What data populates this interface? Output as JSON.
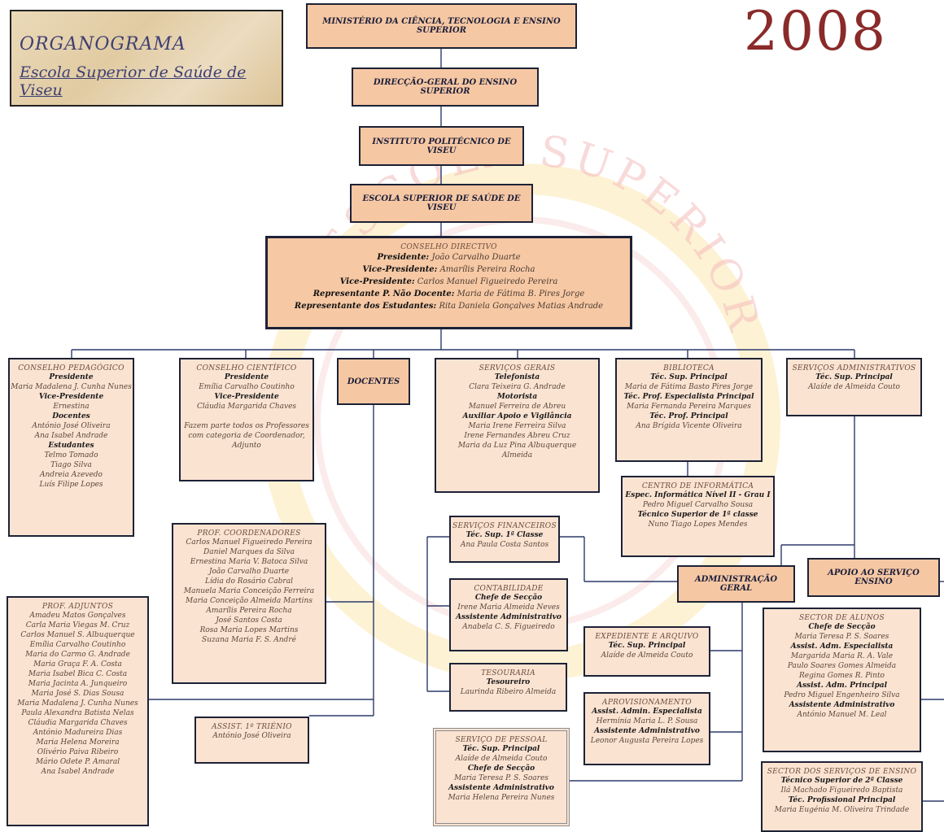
{
  "header": {
    "title_line1": "ORGANOGRAMA",
    "title_line2": "Escola Superior de Saúde de Viseu",
    "year": "2008"
  },
  "watermark": {
    "text": "ESCOLA SUPERIOR DE SAÚDE"
  },
  "top_chain": {
    "ministry": "MINISTÉRIO DA CIÊNCIA, TECNOLOGIA E ENSINO SUPERIOR",
    "dges": "DIRECÇÃO-GERAL DO ENSINO SUPERIOR",
    "ipv": "INSTITUTO POLITÉCNICO DE VISEU",
    "essv": "ESCOLA SUPERIOR DE SAÚDE DE VISEU"
  },
  "conselho_directivo": {
    "title": "CONSELHO DIRECTIVO",
    "rows": [
      {
        "role": "Presidente:",
        "name": "João Carvalho Duarte"
      },
      {
        "role": "Vice-Presidente:",
        "name": "Amarílis Pereira Rocha"
      },
      {
        "role": "Vice-Presidente:",
        "name": "Carlos Manuel Figueiredo Pereira"
      },
      {
        "role": "Representante P. Não Docente:",
        "name": "Maria de Fátima B. Pires Jorge"
      },
      {
        "role": "Representante dos Estudantes:",
        "name": "Rita Daniela Gonçalves Matias Andrade"
      }
    ]
  },
  "conselho_pedagogico": {
    "title": "CONSELHO PEDAGÓGICO",
    "lines": [
      {
        "t": "Presidente",
        "role": true
      },
      {
        "t": "Maria Madalena J. Cunha Nunes"
      },
      {
        "t": "Vice-Presidente",
        "role": true
      },
      {
        "t": "Ernestina"
      },
      {
        "t": "Docentes",
        "role": true
      },
      {
        "t": "António José Oliveira"
      },
      {
        "t": "Ana Isabel Andrade"
      },
      {
        "t": "Estudantes",
        "role": true
      },
      {
        "t": "Telmo Tomado"
      },
      {
        "t": "Tiago Silva"
      },
      {
        "t": "Andreia Azevedo"
      },
      {
        "t": "Luís Filipe Lopes"
      }
    ]
  },
  "conselho_cientifico": {
    "title": "CONSELHO CIENTÍFICO",
    "lines": [
      {
        "t": "Presidente",
        "role": true
      },
      {
        "t": "Emília Carvalho Coutinho"
      },
      {
        "t": "Vice-Presidente",
        "role": true
      },
      {
        "t": "Cláudia Margarida Chaves"
      },
      {
        "t": ""
      },
      {
        "t": "Fazem parte todos os Professores"
      },
      {
        "t": "com categoria de Coordenador,"
      },
      {
        "t": "Adjunto"
      }
    ]
  },
  "docentes": {
    "label": "DOCENTES"
  },
  "servicos_gerais": {
    "title": "SERVIÇOS GERAIS",
    "lines": [
      {
        "t": "Telefonista",
        "role": true
      },
      {
        "t": "Clara Teixeira G. Andrade"
      },
      {
        "t": "Motorista",
        "role": true
      },
      {
        "t": "Manuel Ferreira de Abreu"
      },
      {
        "t": "Auxiliar Apoio e Vigilância",
        "role": true
      },
      {
        "t": "Maria Irene Ferreira Silva"
      },
      {
        "t": "Irene Fernandes Abreu Cruz"
      },
      {
        "t": "Maria da Luz Pina Albuquerque"
      },
      {
        "t": "Almeida"
      }
    ]
  },
  "biblioteca": {
    "title": "BIBLIOTECA",
    "lines": [
      {
        "t": "Téc. Sup. Principal",
        "role": true
      },
      {
        "t": "Maria de Fátima Basto Pires Jorge"
      },
      {
        "t": "Téc. Prof. Especialista Principal",
        "role": true
      },
      {
        "t": "Maria Fernanda Pereira Marques"
      },
      {
        "t": "Téc. Prof. Principal",
        "role": true
      },
      {
        "t": "Ana Brígida Vicente Oliveira"
      }
    ]
  },
  "servicos_administrativos": {
    "title": "SERVIÇOS ADMINISTRATIVOS",
    "lines": [
      {
        "t": "Téc. Sup. Principal",
        "role": true
      },
      {
        "t": "Alaíde de Almeida Couto"
      }
    ]
  },
  "centro_informatica": {
    "title": "CENTRO DE INFORMÁTICA",
    "lines": [
      {
        "t": "Espec. Informática Nível II - Grau I",
        "role": true
      },
      {
        "t": "Pedro Miguel Carvalho Sousa"
      },
      {
        "t": "Técnico Superior de 1ª classe",
        "role": true
      },
      {
        "t": "Nuno Tiago Lopes Mendes"
      }
    ]
  },
  "prof_coordenadores": {
    "title": "PROF. COORDENADORES",
    "lines": [
      {
        "t": "Carlos Manuel Figueiredo Pereira"
      },
      {
        "t": "Daniel Marques da Silva"
      },
      {
        "t": "Ernestina Maria V. Batoca Silva"
      },
      {
        "t": "João Carvalho Duarte"
      },
      {
        "t": "Lídia do Rosário Cabral"
      },
      {
        "t": "Manuela Maria Conceição Ferreira"
      },
      {
        "t": "Maria Conceição Almeida Martins"
      },
      {
        "t": "Amarílis Pereira Rocha"
      },
      {
        "t": "José Santos Costa"
      },
      {
        "t": "Rosa Maria Lopes Martins"
      },
      {
        "t": "Suzana Maria F. S. André"
      }
    ]
  },
  "servicos_financeiros": {
    "title": "SERVIÇOS FINANCEIROS",
    "lines": [
      {
        "t": "Téc. Sup. 1ª Classe",
        "role": true
      },
      {
        "t": "Ana Paula Costa Santos"
      }
    ]
  },
  "contabilidade": {
    "title": "CONTABILIDADE",
    "lines": [
      {
        "t": "Chefe de Secção",
        "role": true
      },
      {
        "t": "Irene Maria Almeida Neves"
      },
      {
        "t": "Assistente Administrativo",
        "role": true
      },
      {
        "t": "Anabela C. S. Figueiredo"
      }
    ]
  },
  "tesouraria": {
    "title": "TESOURARIA",
    "lines": [
      {
        "t": "Tesoureiro",
        "role": true
      },
      {
        "t": "Laurinda Ribeiro Almeida"
      }
    ]
  },
  "administracao_geral": {
    "label": "ADMINISTRAÇÃO GERAL"
  },
  "apoio_servico_ensino": {
    "label": "APOIO AO SERVIÇO ENSINO"
  },
  "prof_adjuntos": {
    "title": "PROF. ADJUNTOS",
    "lines": [
      {
        "t": "Amadeu Matos Gonçalves"
      },
      {
        "t": "Carla Maria Viegas M. Cruz"
      },
      {
        "t": "Carlos Manuel S. Albuquerque"
      },
      {
        "t": "Emília Carvalho Coutinho"
      },
      {
        "t": "Maria do Carmo G. Andrade"
      },
      {
        "t": "Maria Graça F. A. Costa"
      },
      {
        "t": "Maria Isabel Bica C. Costa"
      },
      {
        "t": "Maria Jacinta A. Junqueiro"
      },
      {
        "t": "Maria José S. Dias Sousa"
      },
      {
        "t": "Maria Madalena J. Cunha Nunes"
      },
      {
        "t": "Paula Alexandra Batista Nelas"
      },
      {
        "t": "Cláudia Margarida Chaves"
      },
      {
        "t": "António Madureira Dias"
      },
      {
        "t": "Maria Helena Moreira"
      },
      {
        "t": "Olivério Paiva Ribeiro"
      },
      {
        "t": "Mário Odete P. Amaral"
      },
      {
        "t": "Ana Isabel Andrade"
      }
    ]
  },
  "assist_triénio": {
    "title": "ASSIST. 1º TRIÉNIO",
    "lines": [
      {
        "t": "António José Oliveira"
      }
    ]
  },
  "expediente": {
    "title": "EXPEDIENTE E ARQUIVO",
    "lines": [
      {
        "t": "Téc. Sup. Principal",
        "role": true
      },
      {
        "t": "Alaíde de Almeida Couto"
      }
    ]
  },
  "aprovisionamento": {
    "title": "APROVISIONAMENTO",
    "lines": [
      {
        "t": "Assist. Admin. Especialista",
        "role": true
      },
      {
        "t": "Hermínia Maria L. P. Sousa"
      },
      {
        "t": "Assistente Administrativo",
        "role": true
      },
      {
        "t": "Leonor Augusta Pereira Lopes"
      }
    ]
  },
  "servico_pessoal": {
    "title": "SERVIÇO DE PESSOAL",
    "lines": [
      {
        "t": "Téc. Sup. Principal",
        "role": true
      },
      {
        "t": "Alaíde de Almeida Couto"
      },
      {
        "t": "Chefe de Secção",
        "role": true
      },
      {
        "t": "Maria Teresa P. S. Soares"
      },
      {
        "t": "Assistente Administrativo",
        "role": true
      },
      {
        "t": "Maria Helena Pereira Nunes"
      }
    ]
  },
  "sector_alunos": {
    "title": "SECTOR DE ALUNOS",
    "lines": [
      {
        "t": "Chefe de Secção",
        "role": true
      },
      {
        "t": "Maria Teresa P. S. Soares"
      },
      {
        "t": "Assist. Adm. Especialista",
        "role": true
      },
      {
        "t": "Margarida Maria R. A. Vale"
      },
      {
        "t": "Paulo Soares Gomes Almeida"
      },
      {
        "t": "Regina Gomes R. Pinto"
      },
      {
        "t": "Assist. Adm. Principal",
        "role": true
      },
      {
        "t": "Pedro Miguel Engenheiro Silva"
      },
      {
        "t": "Assistente Administrativo",
        "role": true
      },
      {
        "t": "António Manuel M. Leal"
      }
    ]
  },
  "sector_servicos_ensino": {
    "title": "SECTOR DOS SERVIÇOS DE ENSINO",
    "lines": [
      {
        "t": "Técnico Superior de 2ª Classe",
        "role": true
      },
      {
        "t": "Ilá Machado Figueiredo Baptista"
      },
      {
        "t": "Téc. Profissional Principal",
        "role": true
      },
      {
        "t": "Maria Eugénia M. Oliveira Trindade"
      }
    ]
  }
}
